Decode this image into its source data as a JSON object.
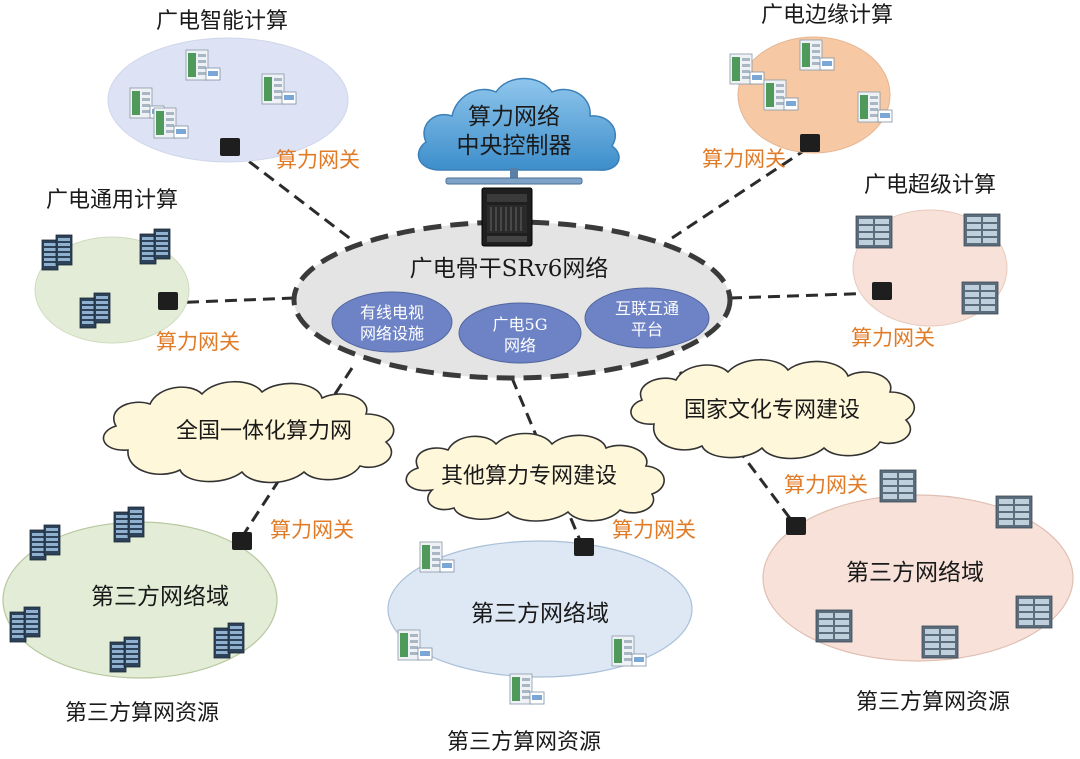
{
  "controller": {
    "line1": "算力网络",
    "line2": "中央控制器"
  },
  "backbone": {
    "title": "广电骨干SRv6网络",
    "sub1": {
      "line1": "有线电视",
      "line2": "网络设施"
    },
    "sub2": {
      "line1": "广电5G",
      "line2": "网络"
    },
    "sub3": {
      "line1": "互联互通",
      "line2": "平台"
    }
  },
  "domains": {
    "intelligent": "广电智能计算",
    "edge": "广电边缘计算",
    "general": "广电通用计算",
    "super": "广电超级计算",
    "third_left": "第三方网络域",
    "third_mid": "第三方网络域",
    "third_right": "第三方网络域"
  },
  "gateway_label": "算力网关",
  "clouds": {
    "national": "全国一体化算力网",
    "other": "其他算力专网建设",
    "culture": "国家文化专网建设"
  },
  "resources": {
    "left": "第三方算网资源",
    "mid": "第三方算网资源",
    "right": "第三方算网资源"
  },
  "colors": {
    "backbone_fill": "#e4e4e4",
    "sub_fill": "#6d83c6",
    "lavender": "#dde3f4",
    "peach": "#f6c9a4",
    "green": "#e3ecd6",
    "pink": "#f7e1d8",
    "light_blue": "#dde8f4",
    "cloud_fill": "#fff7da",
    "gateway_text": "#e07b28"
  }
}
